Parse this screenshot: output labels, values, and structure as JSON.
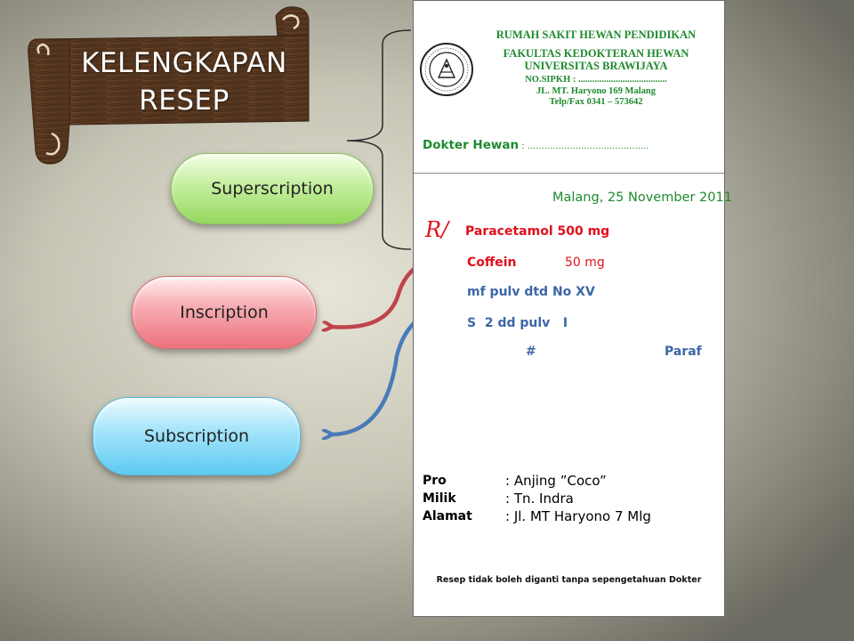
{
  "banner": {
    "line1": "KELENGKAPAN",
    "line2": "RESEP"
  },
  "labels": {
    "superscription": "Superscription",
    "inscription": "Inscription",
    "subscription": "Subscription"
  },
  "header": {
    "line1": "RUMAH SAKIT HEWAN PENDIDIKAN",
    "line2": "FAKULTAS KEDOKTERAN HEWAN",
    "line3": "UNIVERSITAS BRAWIJAYA",
    "line4": "NO.SIPKH : ......................................",
    "line5": "JL. MT. Haryono 169 Malang",
    "line6": "Telp/Fax 0341 – 573642",
    "doctor_label": "Dokter Hewan",
    "doctor_dots": " : ..........................................."
  },
  "prescription": {
    "date": "Malang, 25 November 2011",
    "rx_symbol": "R/",
    "item1": "Paracetamol 500 mg",
    "item2_name": "Coffein",
    "item2_dose": "50 mg",
    "instruction": "mf pulv dtd No XV",
    "signa": "S  2 dd pulv   I",
    "hash": "#",
    "paraf": "Paraf"
  },
  "patient": {
    "pro_label": "Pro",
    "pro_value": ": Anjing ”Coco”",
    "milik_label": "Milik",
    "milik_value": ": Tn. Indra",
    "alamat_label": "Alamat",
    "alamat_value": ": Jl. MT Haryono 7 Mlg"
  },
  "footer": "Resep tidak boleh diganti tanpa sepengetahuan Dokter",
  "colors": {
    "header_green": "#1e8a2e",
    "rx_red": "#e0101c",
    "rx_blue": "#3c66a8",
    "arrow_red": "#c0434c",
    "arrow_blue": "#4a7ab8",
    "scroll_brown": "#5a3a22"
  }
}
